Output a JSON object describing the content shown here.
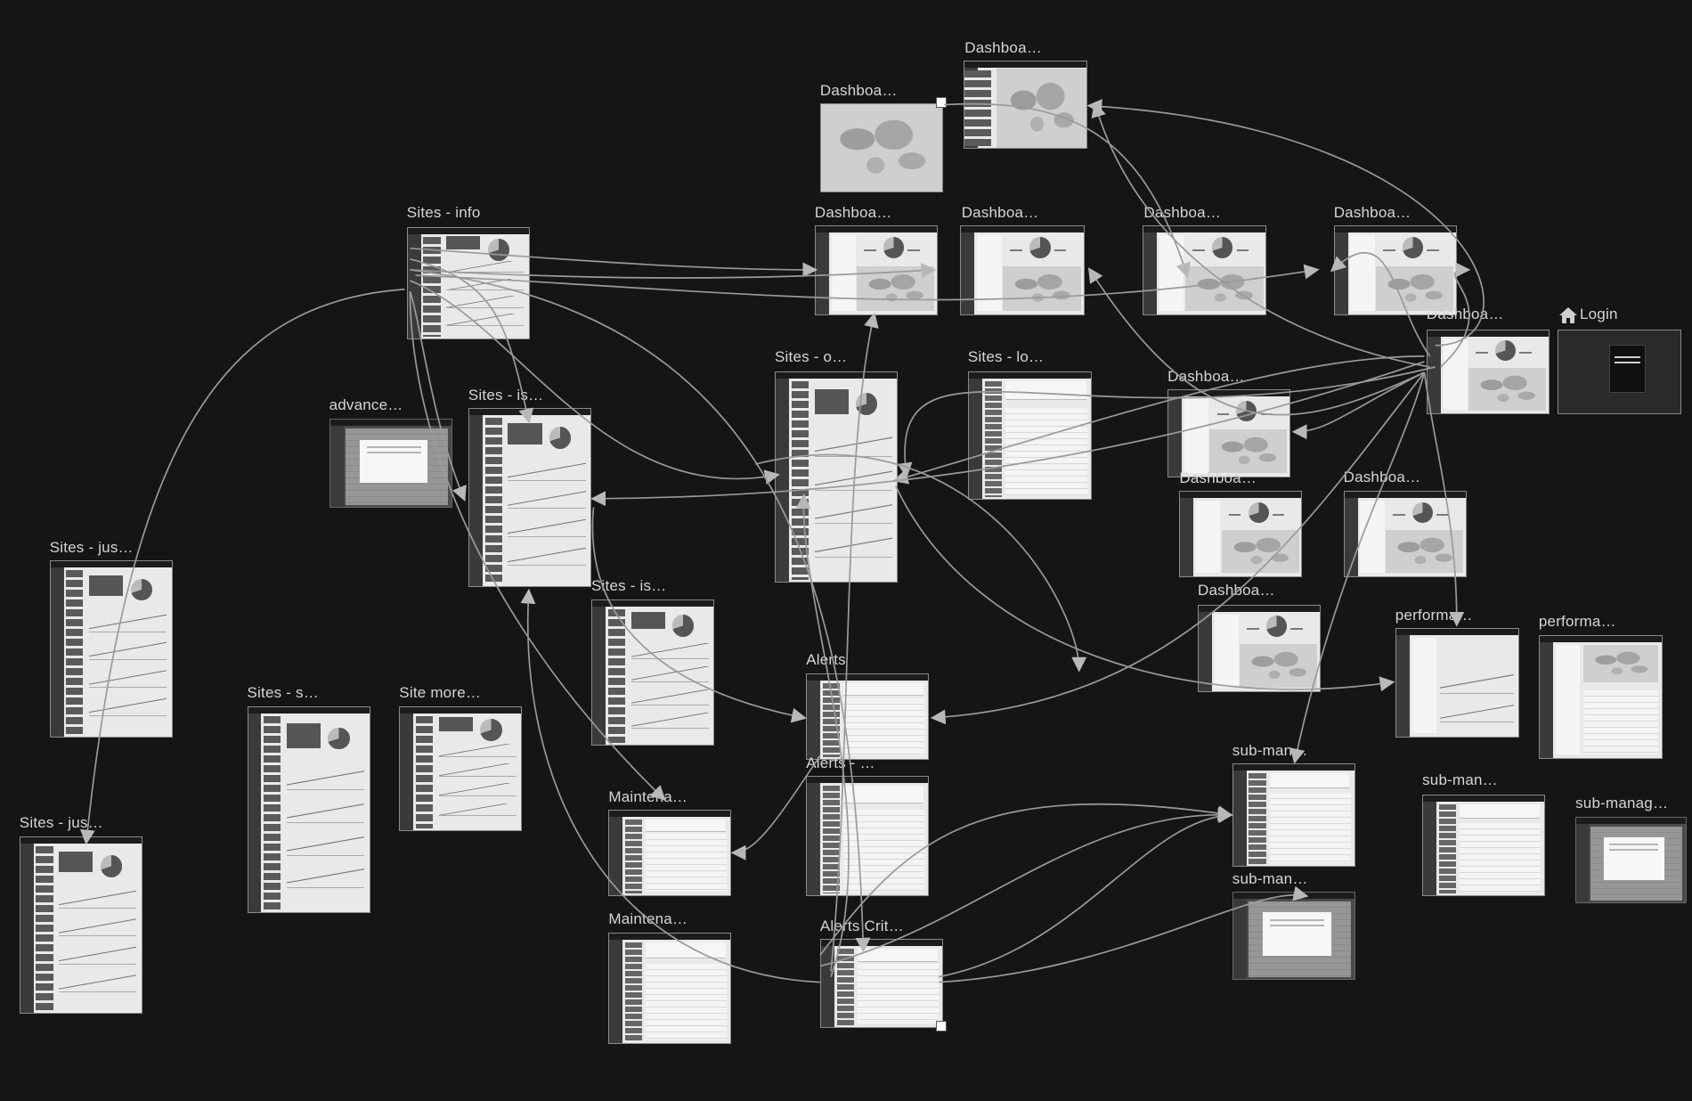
{
  "screens": [
    {
      "id": "dash-map-1",
      "label": "Dashboa…",
      "kind": "map"
    },
    {
      "id": "dash-map-2",
      "label": "Dashboa…",
      "kind": "map-side"
    },
    {
      "id": "dash-a",
      "label": "Dashboa…",
      "kind": "dash"
    },
    {
      "id": "dash-b",
      "label": "Dashboa…",
      "kind": "dash"
    },
    {
      "id": "dash-c",
      "label": "Dashboa…",
      "kind": "dash"
    },
    {
      "id": "dash-d",
      "label": "Dashboa…",
      "kind": "dash"
    },
    {
      "id": "sites-info",
      "label": "Sites - info",
      "kind": "site"
    },
    {
      "id": "dash-e",
      "label": "Dashboa…",
      "kind": "dash"
    },
    {
      "id": "login",
      "label": "Login",
      "kind": "login"
    },
    {
      "id": "advanced",
      "label": "advance…",
      "kind": "modal-dark"
    },
    {
      "id": "sites-is-1",
      "label": "Sites - is…",
      "kind": "site"
    },
    {
      "id": "sites-o",
      "label": "Sites - o…",
      "kind": "site"
    },
    {
      "id": "sites-lo",
      "label": "Sites - lo…",
      "kind": "table"
    },
    {
      "id": "dash-f",
      "label": "Dashboa…",
      "kind": "dash"
    },
    {
      "id": "dash-g",
      "label": "Dashboa…",
      "kind": "dash"
    },
    {
      "id": "dash-h",
      "label": "Dashboa…",
      "kind": "dash"
    },
    {
      "id": "dash-i",
      "label": "Dashboa…",
      "kind": "dash"
    },
    {
      "id": "sites-jus-1",
      "label": "Sites - jus…",
      "kind": "site"
    },
    {
      "id": "sites-is-2",
      "label": "Sites - is…",
      "kind": "site"
    },
    {
      "id": "alerts",
      "label": "Alerts",
      "kind": "table"
    },
    {
      "id": "performa-1",
      "label": "performa…",
      "kind": "perf"
    },
    {
      "id": "performa-2",
      "label": "performa…",
      "kind": "perf-map"
    },
    {
      "id": "sites-s",
      "label": "Sites - s…",
      "kind": "site"
    },
    {
      "id": "site-more",
      "label": "Site more…",
      "kind": "site"
    },
    {
      "id": "alerts-2",
      "label": "Alerts - …",
      "kind": "table"
    },
    {
      "id": "sub-man-1",
      "label": "sub-man…",
      "kind": "list"
    },
    {
      "id": "sub-man-2",
      "label": "sub-man…",
      "kind": "list"
    },
    {
      "id": "sub-manag-3",
      "label": "sub-manag…",
      "kind": "modal-dark"
    },
    {
      "id": "maintena-1",
      "label": "Maintena…",
      "kind": "table"
    },
    {
      "id": "sites-jus-2",
      "label": "Sites - jus…",
      "kind": "site"
    },
    {
      "id": "sub-man-4",
      "label": "sub-man…",
      "kind": "modal-dark"
    },
    {
      "id": "maintena-2",
      "label": "Maintena…",
      "kind": "table"
    },
    {
      "id": "alerts-crit",
      "label": "Alerts Crit…",
      "kind": "table"
    }
  ],
  "icons": {
    "login": "home-icon"
  },
  "colors": {
    "canvas": "#151515",
    "frame": "#e9e9e9",
    "connector": "#9a9a9a",
    "label": "#d6d6d6"
  }
}
